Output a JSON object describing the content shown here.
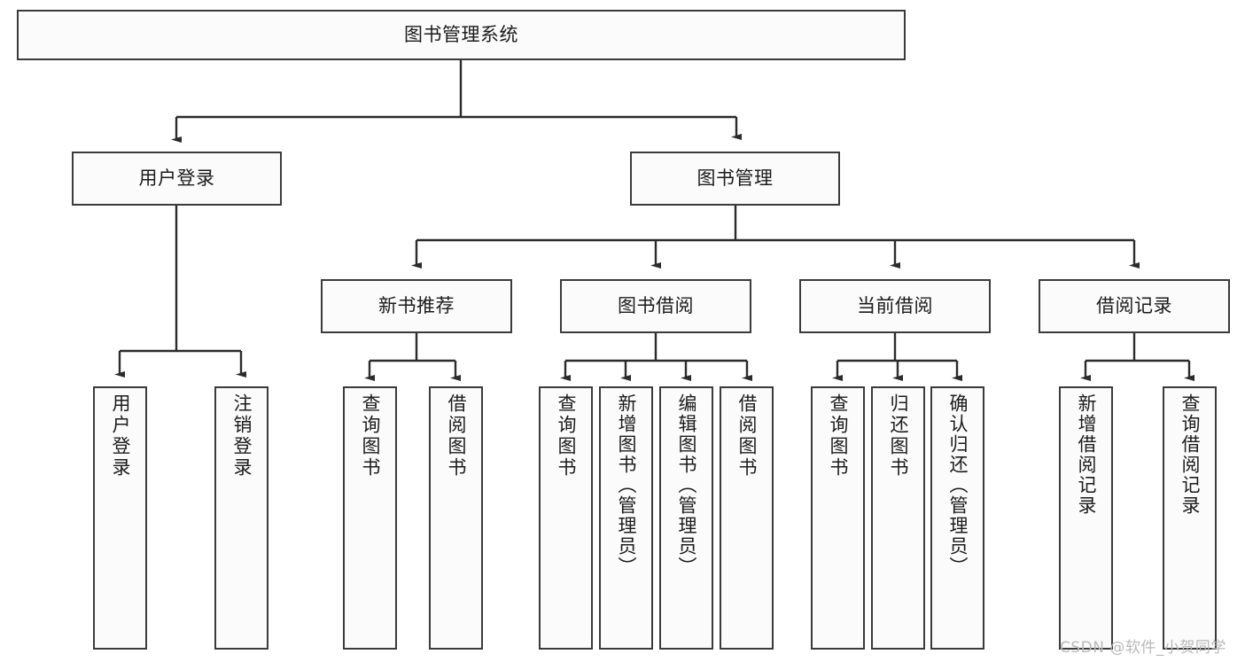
{
  "diagram": {
    "title": "图书管理系统",
    "watermark": "CSDN @软件_小贺同学",
    "colors": {
      "border": "#3b3b3b",
      "box_fill": "#fbfbfb",
      "text": "#1b1b1b",
      "connector": "#2b2b2b",
      "background": "#ffffff",
      "watermark": "#b9b9b9"
    },
    "levels": {
      "root": {
        "label": "图书管理系统"
      },
      "level2": [
        {
          "label": "用户登录"
        },
        {
          "label": "图书管理"
        }
      ],
      "level3": [
        {
          "label": "新书推荐"
        },
        {
          "label": "图书借阅"
        },
        {
          "label": "当前借阅"
        },
        {
          "label": "借阅记录"
        }
      ],
      "leaves": {
        "user_login": [
          {
            "label": "用户登录"
          },
          {
            "label": "注销登录"
          }
        ],
        "new_book_recommend": [
          {
            "label": "查询图书"
          },
          {
            "label": "借阅图书"
          }
        ],
        "book_borrow": [
          {
            "label": "查询图书"
          },
          {
            "label": "新增图书（管理员）"
          },
          {
            "label": "编辑图书（管理员）"
          },
          {
            "label": "借阅图书"
          }
        ],
        "current_borrow": [
          {
            "label": "查询图书"
          },
          {
            "label": "归还图书"
          },
          {
            "label": "确认归还（管理员）"
          }
        ],
        "borrow_record": [
          {
            "label": "新增借阅记录"
          },
          {
            "label": "查询借阅记录"
          }
        ]
      }
    }
  }
}
